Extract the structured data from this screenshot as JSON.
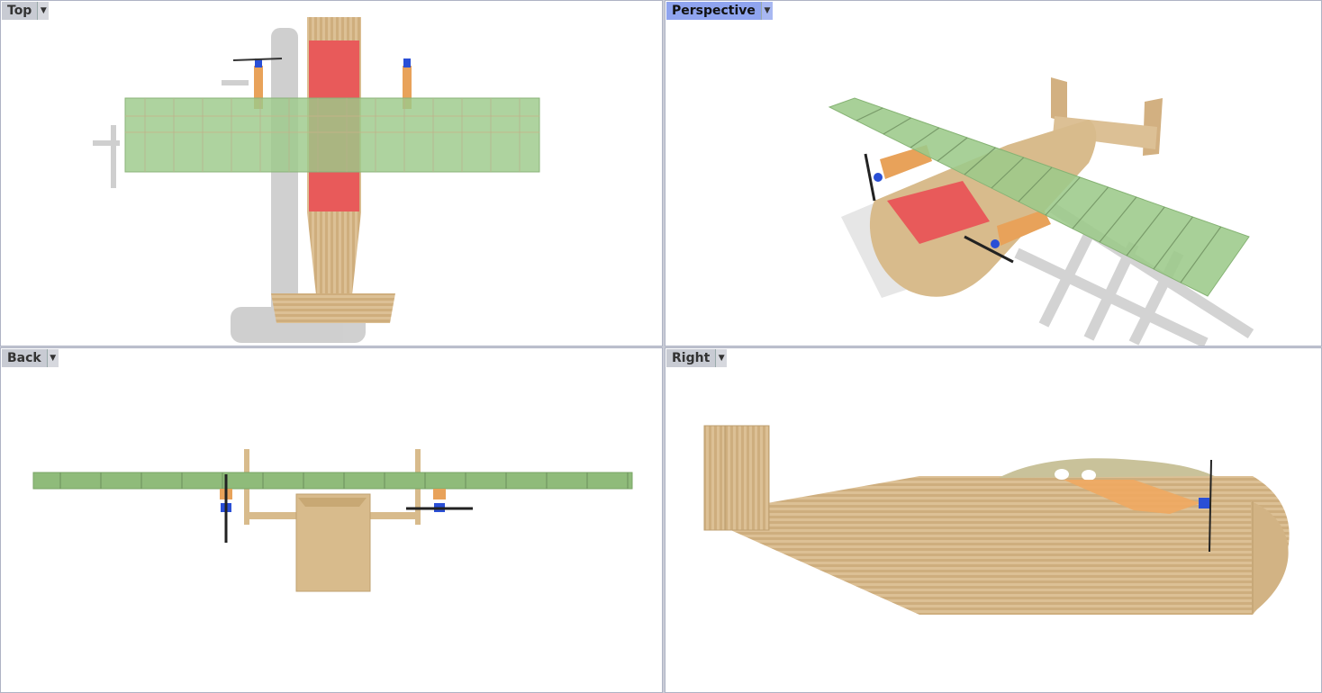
{
  "viewports": {
    "top": {
      "label": "Top",
      "dropdown_icon": "chevron-down-icon"
    },
    "perspective": {
      "label": "Perspective",
      "dropdown_icon": "chevron-down-icon",
      "active": true
    },
    "back": {
      "label": "Back",
      "dropdown_icon": "chevron-down-icon"
    },
    "right": {
      "label": "Right",
      "dropdown_icon": "chevron-down-icon"
    }
  },
  "colors": {
    "active_label": "#8fa4ef",
    "inactive_label": "#c8cbd3",
    "wood": "#d8bb8c",
    "wing_green": "#9cc98a",
    "fuselage_red": "#e85a5a",
    "motor_blue": "#2a4fd6",
    "nacelle_orange": "#e8a25a"
  }
}
